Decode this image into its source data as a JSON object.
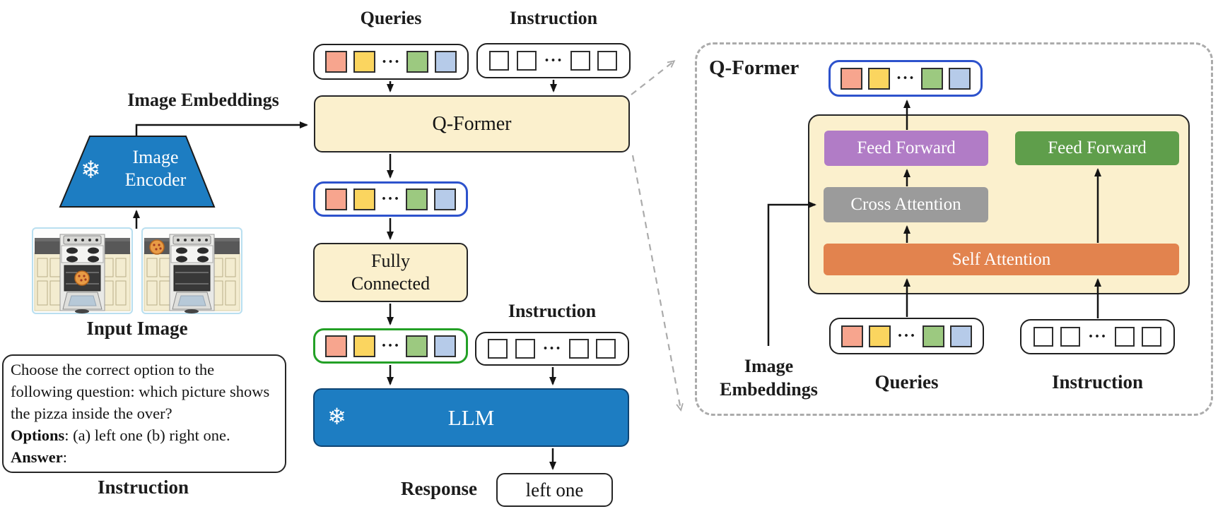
{
  "left": {
    "image_embeddings_label": "Image Embeddings",
    "encoder_label": "Image Encoder",
    "frozen_icon": "❄",
    "input_image_label": "Input Image",
    "instruction_box": {
      "body": "Choose the correct option to the following question: which picture shows the pizza inside the over?",
      "options_label": "Options",
      "options_text": ": (a) left one (b) right one.",
      "answer_label": "Answer",
      "answer_text": ":"
    },
    "instruction_label": "Instruction"
  },
  "middle": {
    "queries_label": "Queries",
    "instruction_label_top": "Instruction",
    "qformer_label": "Q-Former",
    "fully_connected_label": "Fully Connected",
    "instruction_label_mid": "Instruction",
    "llm_label": "LLM",
    "llm_frozen_icon": "❄",
    "response_label": "Response",
    "response_value": "left one"
  },
  "right": {
    "panel_title": "Q-Former",
    "feed_forward_left": "Feed Forward",
    "feed_forward_right": "Feed Forward",
    "cross_attention": "Cross Attention",
    "self_attention": "Self Attention",
    "image_embeddings_label": "Image Embeddings",
    "queries_label": "Queries",
    "instruction_label": "Instruction"
  },
  "tokens": {
    "dots": "···"
  },
  "colors": {
    "cream": "#fbf0cd",
    "brand_blue": "#1d7dc2",
    "purple": "#b17cc6",
    "block_gray": "#9b9b9b",
    "orange": "#e2834e",
    "block_green": "#5f9e4b",
    "tok_salmon": "#f7a58e",
    "tok_yellow": "#fbd55f",
    "tok_green": "#9cc980",
    "tok_blue": "#b6cbe9",
    "row_blue": "#2d52cc",
    "row_green": "#23a026",
    "dashed": "#ababab"
  }
}
